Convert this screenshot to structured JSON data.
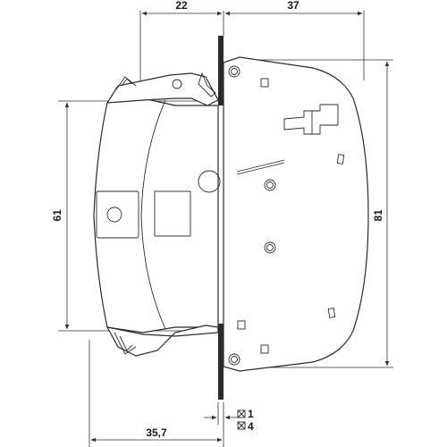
{
  "dimensions": {
    "top_left": "22",
    "top_right": "37",
    "left_height": "61",
    "right_height": "81",
    "bottom_width": "35,7",
    "clamp_1": "1",
    "clamp_2": "4"
  },
  "colors": {
    "line": "#2b2b2b",
    "background": "#ffffff"
  }
}
